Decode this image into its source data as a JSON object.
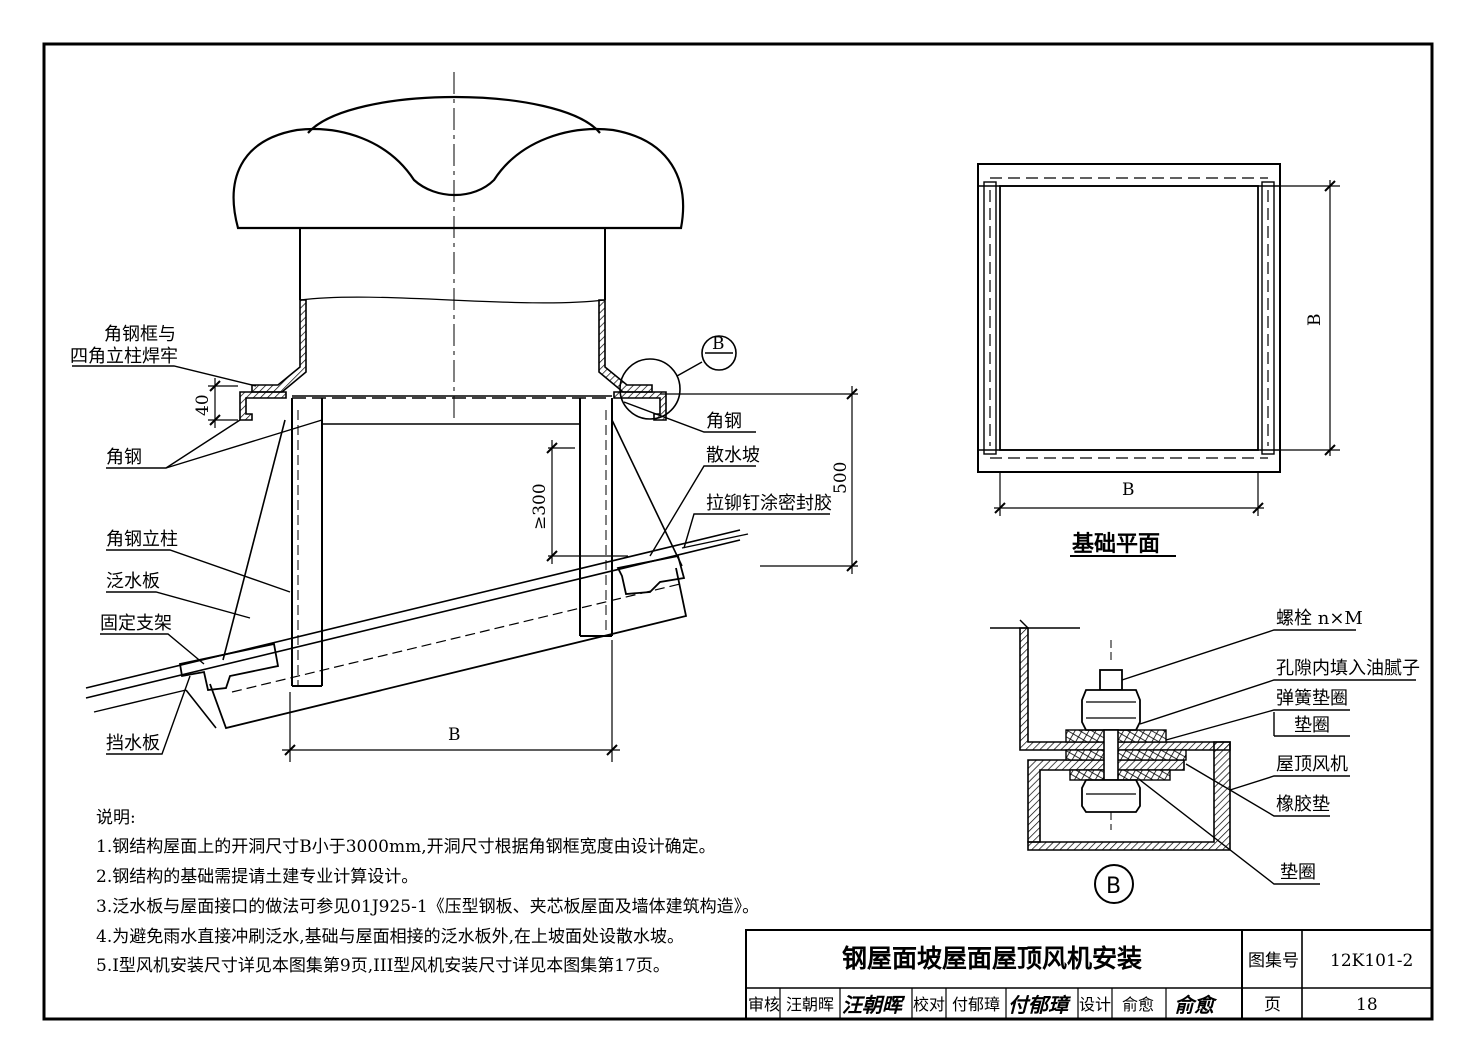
{
  "main_view": {
    "labels": {
      "frame_weld_line1": "角钢框与",
      "frame_weld_line2": "四角立柱焊牢",
      "angle_left": "角钢",
      "angle_column": "角钢立柱",
      "flashing": "泛水板",
      "fixed_bracket": "固定支架",
      "water_stop": "挡水板",
      "angle_right": "角钢",
      "apron_slope": "散水坡",
      "rivet_seal": "拉铆钉涂密封胶"
    },
    "dimensions": {
      "d40": "40",
      "d300": "≥300",
      "d500": "500",
      "dB": "B"
    },
    "detail_ref": {
      "top": "B",
      "bottom": "—"
    }
  },
  "plan_view": {
    "dim_vertical": "B",
    "dim_horizontal": "B",
    "caption": "基础平面"
  },
  "detail_b": {
    "labels": {
      "bolt": "螺栓 n×M",
      "putty": "孔隙内填入油腻子",
      "spring_washer": "弹簧垫圈",
      "washer_top": "垫圈",
      "roof_fan": "屋顶风机",
      "rubber_pad": "橡胶垫",
      "washer_bottom": "垫圈"
    },
    "marker": "B"
  },
  "notes": {
    "heading": "说明:",
    "items": [
      "1.钢结构屋面上的开洞尺寸B小于3000mm,开洞尺寸根据角钢框宽度由设计确定。",
      "2.钢结构的基础需提请土建专业计算设计。",
      "3.泛水板与屋面接口的做法可参见01J925-1《压型钢板、夹芯板屋面及墙体建筑构造》。",
      "4.为避免雨水直接冲刷泛水,基础与屋面相接的泛水板外,在上坡面处设散水坡。",
      "5.I型风机安装尺寸详见本图集第9页,III型风机安装尺寸详见本图集第17页。"
    ]
  },
  "title_block": {
    "title": "钢屋面坡屋面屋顶风机安装",
    "atlas_label": "图集号",
    "atlas_number": "12K101-2",
    "review_label": "审核",
    "reviewer": "汪朝晖",
    "reviewer_sig": "汪朝晖",
    "check_label": "校对",
    "checker": "付郁璋",
    "checker_sig": "付郁璋",
    "design_label": "设计",
    "designer": "俞愈",
    "designer_sig": "俞愈",
    "page_label": "页",
    "page_number": "18"
  }
}
